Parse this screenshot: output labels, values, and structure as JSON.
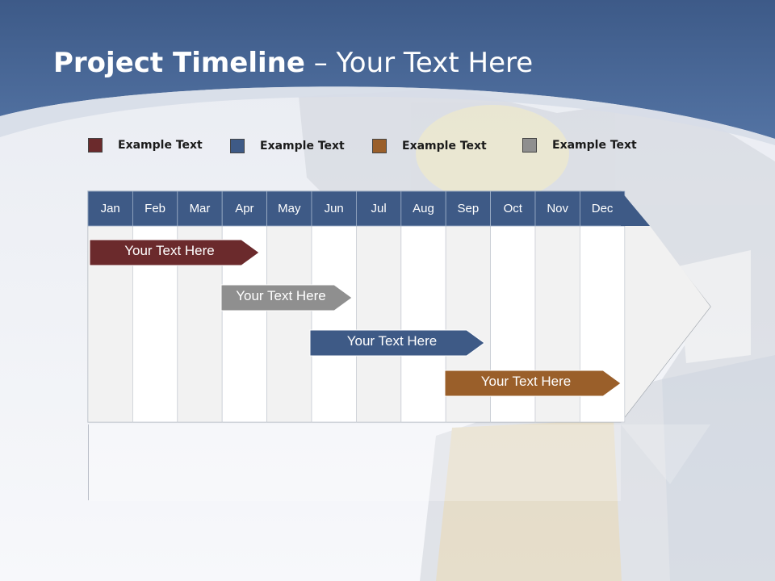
{
  "title": {
    "bold": "Project Timeline",
    "rest": " – Your Text Here"
  },
  "legend": [
    {
      "label": "Example Text",
      "color": "#6b2a2c"
    },
    {
      "label": "Example Text",
      "color": "#3e5a86"
    },
    {
      "label": "Example Text",
      "color": "#9a5f2a"
    },
    {
      "label": "Example Text",
      "color": "#8f8f8f"
    }
  ],
  "months": [
    "Jan",
    "Feb",
    "Mar",
    "Apr",
    "May",
    "Jun",
    "Jul",
    "Aug",
    "Sep",
    "Oct",
    "Nov",
    "Dec"
  ],
  "bars": [
    {
      "label": "Your  Text Here",
      "color": "#6b2a2c"
    },
    {
      "label": "Your  Text Here",
      "color": "#8f8f8f"
    },
    {
      "label": "Your  Text Here",
      "color": "#3e5a86"
    },
    {
      "label": "Your  Text Here",
      "color": "#9a5f2a"
    }
  ],
  "colors": {
    "header": "#3e5a86",
    "banner": "#4a6795"
  }
}
